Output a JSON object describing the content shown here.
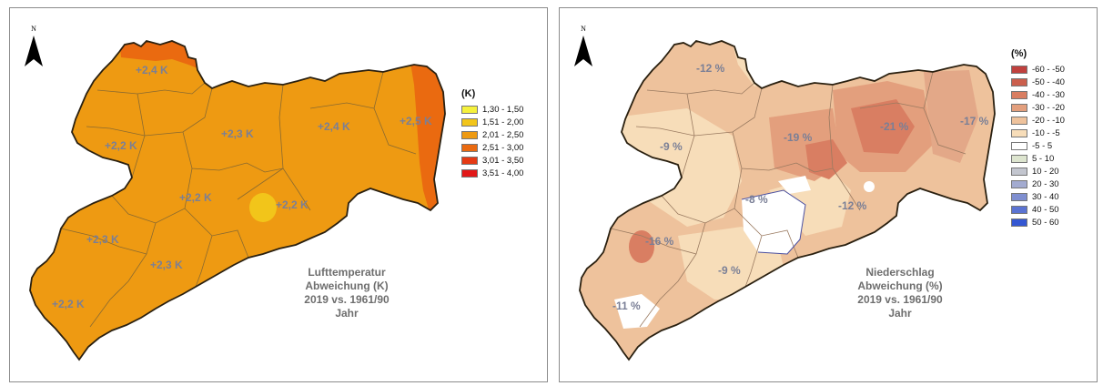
{
  "north_arrow": {
    "letter": "N"
  },
  "left_map": {
    "legend": {
      "title": "(K)",
      "items": [
        {
          "label": "1,30 - 1,50",
          "color": "#f5f13c"
        },
        {
          "label": "1,51 - 2,00",
          "color": "#f2c51a"
        },
        {
          "label": "2,01 - 2,50",
          "color": "#ee9a12"
        },
        {
          "label": "2,51 - 3,00",
          "color": "#ea6a10"
        },
        {
          "label": "3,01 - 3,50",
          "color": "#e53a14"
        },
        {
          "label": "3,51 - 4,00",
          "color": "#e21818"
        }
      ]
    },
    "region_labels": [
      "+2,4 K",
      "+2,2 K",
      "+2,3 K",
      "+2,4 K",
      "+2,5 K",
      "+2,2 K",
      "+2,2 K",
      "+2,3 K",
      "+2,3 K",
      "+2,2 K"
    ],
    "caption": [
      "Lufttemperatur",
      "Abweichung (K)",
      "2019 vs. 1961/90",
      "Jahr"
    ]
  },
  "right_map": {
    "legend": {
      "title": "(%)",
      "items": [
        {
          "label": "-60 - -50",
          "color": "#c0413e"
        },
        {
          "label": "-50 - -40",
          "color": "#cb5f4d"
        },
        {
          "label": "-40 - -30",
          "color": "#d97e62"
        },
        {
          "label": "-30 - -20",
          "color": "#e39f7d"
        },
        {
          "label": "-20 - -10",
          "color": "#eec29c"
        },
        {
          "label": "-10 - -5",
          "color": "#f7ddb9"
        },
        {
          "label": "-5 - 5",
          "color": "#ffffff"
        },
        {
          "label": "5 - 10",
          "color": "#dde5cf"
        },
        {
          "label": "10 - 20",
          "color": "#c3c6cf"
        },
        {
          "label": "20 - 30",
          "color": "#a3abd0"
        },
        {
          "label": "30 - 40",
          "color": "#7f8fd0"
        },
        {
          "label": "40 - 50",
          "color": "#5b73d2"
        },
        {
          "label": "50 - 60",
          "color": "#3457d2"
        }
      ]
    },
    "region_labels": [
      "-12 %",
      "-9 %",
      "-19 %",
      "-21 %",
      "-17 %",
      "-8 %",
      "-12 %",
      "-16 %",
      "-9 %",
      "-11 %"
    ],
    "caption": [
      "Niederschlag",
      "Abweichung (%)",
      "2019 vs. 1961/90",
      "Jahr"
    ]
  }
}
